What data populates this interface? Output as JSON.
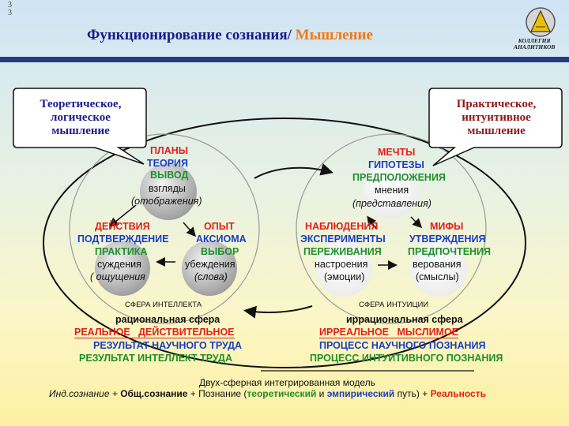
{
  "corner": {
    "line1": "3",
    "line2": "3"
  },
  "header": {
    "title_prefix": "Функционирование сознания/ ",
    "title_suffix": "Мышление",
    "logo_text_line1": "КОЛЛЕГИЯ",
    "logo_text_line2": "АНАЛИТИКОВ"
  },
  "bubbles": {
    "left": {
      "line1": "Теоретическое,",
      "line2": "логическое",
      "line3": "мышление"
    },
    "right": {
      "line1": "Практическое,",
      "line2": "интуитивное",
      "line3": "мышление"
    }
  },
  "left_sphere": {
    "top": {
      "l1": "ПЛАНЫ",
      "l2": "ТЕОРИЯ",
      "l3": "ВЫВОД",
      "circle1": "взгляды",
      "circle2": "(отображения)"
    },
    "left": {
      "l1": "ДЕЙСТВИЯ",
      "l2": "ПОДТВЕРЖДЕНИЕ",
      "l3": "ПРАКТИКА",
      "circle1": "суждения",
      "circle2": "( ощущения"
    },
    "right": {
      "l1": "ОПЫТ",
      "l2": "АКСИОМА",
      "l3": "ВЫБОР",
      "circle1": "убеждения",
      "circle2": "(слова)"
    },
    "sphere_label": "СФЕРА ИНТЕЛЛЕКТА"
  },
  "right_sphere": {
    "top": {
      "l1": "МЕЧТЫ",
      "l2": "ГИПОТЕЗЫ",
      "l3": "ПРЕДПОЛОЖЕНИЯ",
      "circle1": "мнения",
      "circle2": "(представления)"
    },
    "left": {
      "l1": "НАБЛЮДЕНИЯ",
      "l2": "ЭКСПЕРИМЕНТЫ",
      "l3": "ПЕРЕЖИВАНИЯ",
      "circle1": "настроения",
      "circle2": "(эмоции)"
    },
    "right": {
      "l1": "МИФЫ",
      "l2": "УТВЕРЖДЕНИЯ",
      "l3": "ПРЕДПОЧТЕНИЯ",
      "circle1": "верования",
      "circle2": "(смыслы)"
    },
    "sphere_label": "СФЕРА ИНТУИЦИИ"
  },
  "bottom_left": {
    "sphere": "рациональная сфера",
    "line1": "РЕАЛЬНОЕ   ДЕЙСТВИТЕЛЬНОЕ",
    "line2": "РЕЗУЛЬТАТ НАУЧНОГО ТРУДА",
    "line3": "РЕЗУЛЬТАТ ИНТЕЛЛЕКТ ТРУДА"
  },
  "bottom_right": {
    "sphere": "иррациональная сфера",
    "line1": "ИРРЕАЛЬНОЕ   МЫСЛИМОЕ",
    "line2": "ПРОЦЕСС НАУЧНОГО ПОЗНАНИЯ",
    "line3": "ПРОЦЕСС ИНТУИТИВНОГО ПОЗНАНИЯ"
  },
  "footer": {
    "model": "Двух-сферная интегрированная модель",
    "p1": "Инд.сознание + ",
    "p2": "Общ.сознание",
    "p3": " + Познание (",
    "p4": "теоретический",
    "p5": " и ",
    "p6": "эмпирический",
    "p7": " путь) + ",
    "p8": "Реальность"
  },
  "colors": {
    "red": "#e0201a",
    "blue": "#1a3ec0",
    "green": "#1f8f2a",
    "title_blue": "#1a1a8c",
    "title_orange": "#f07a10"
  }
}
